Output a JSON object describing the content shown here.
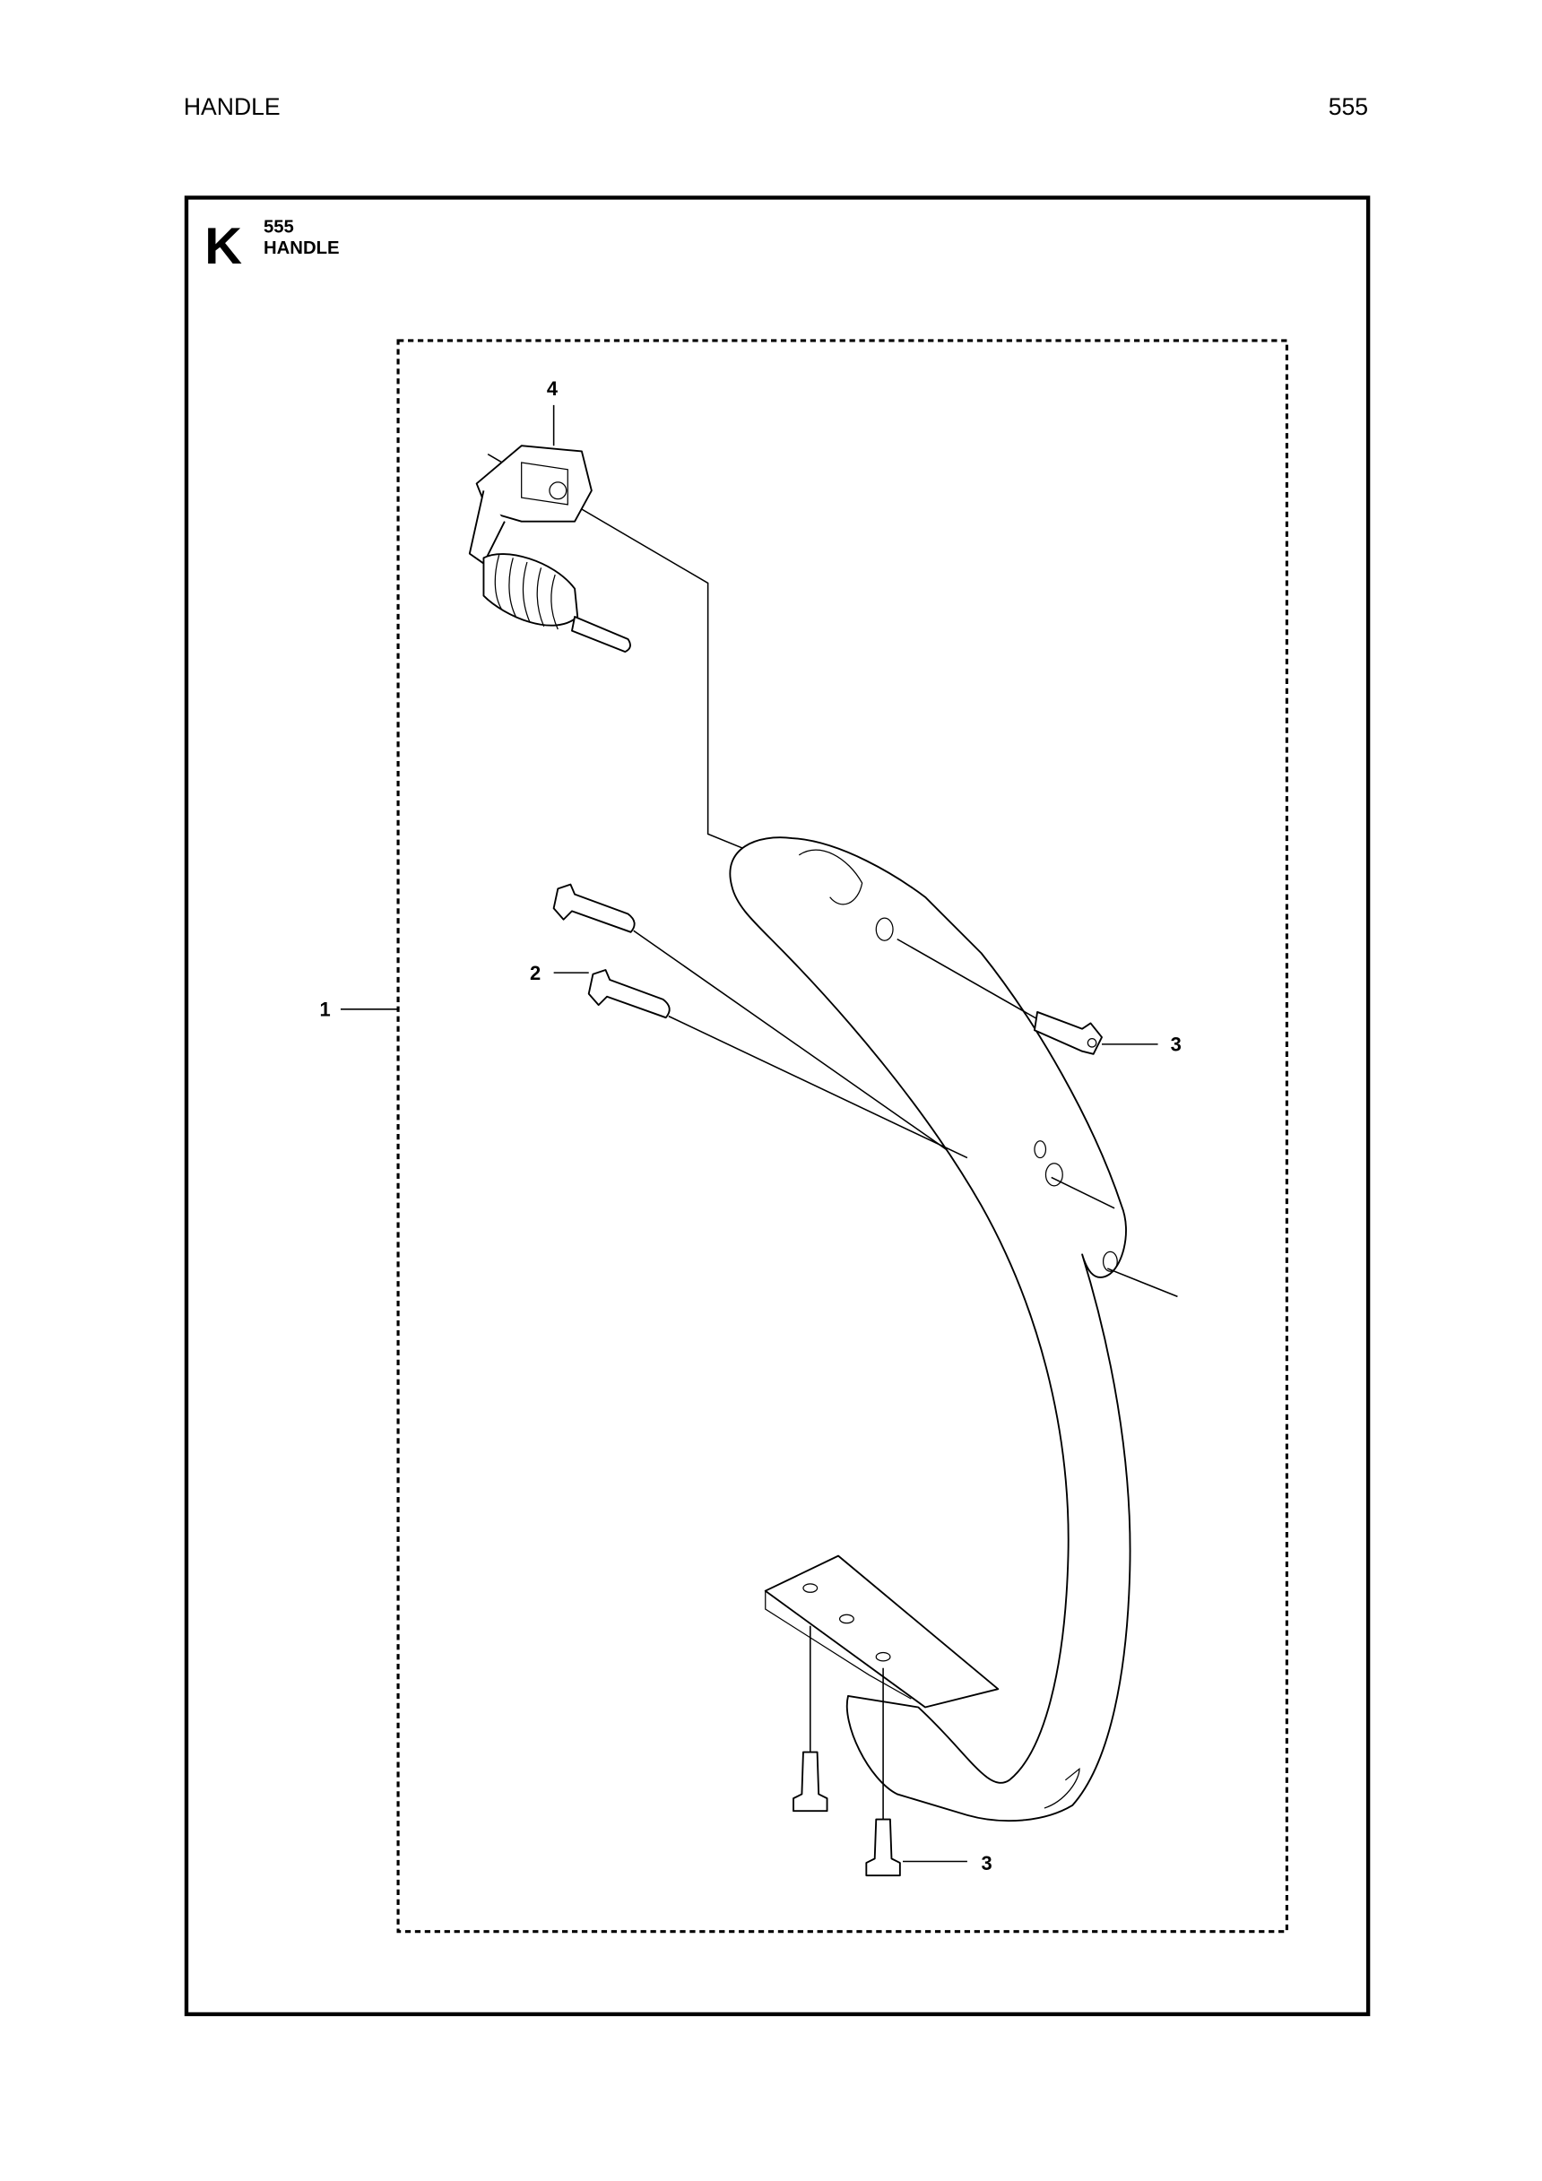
{
  "header": {
    "section_title": "HANDLE",
    "page_number": "555"
  },
  "panel": {
    "letter": "K",
    "code": "555",
    "title": "HANDLE"
  },
  "callouts": {
    "c1": "1",
    "c2": "2",
    "c3a": "3",
    "c3b": "3",
    "c4": "4"
  }
}
